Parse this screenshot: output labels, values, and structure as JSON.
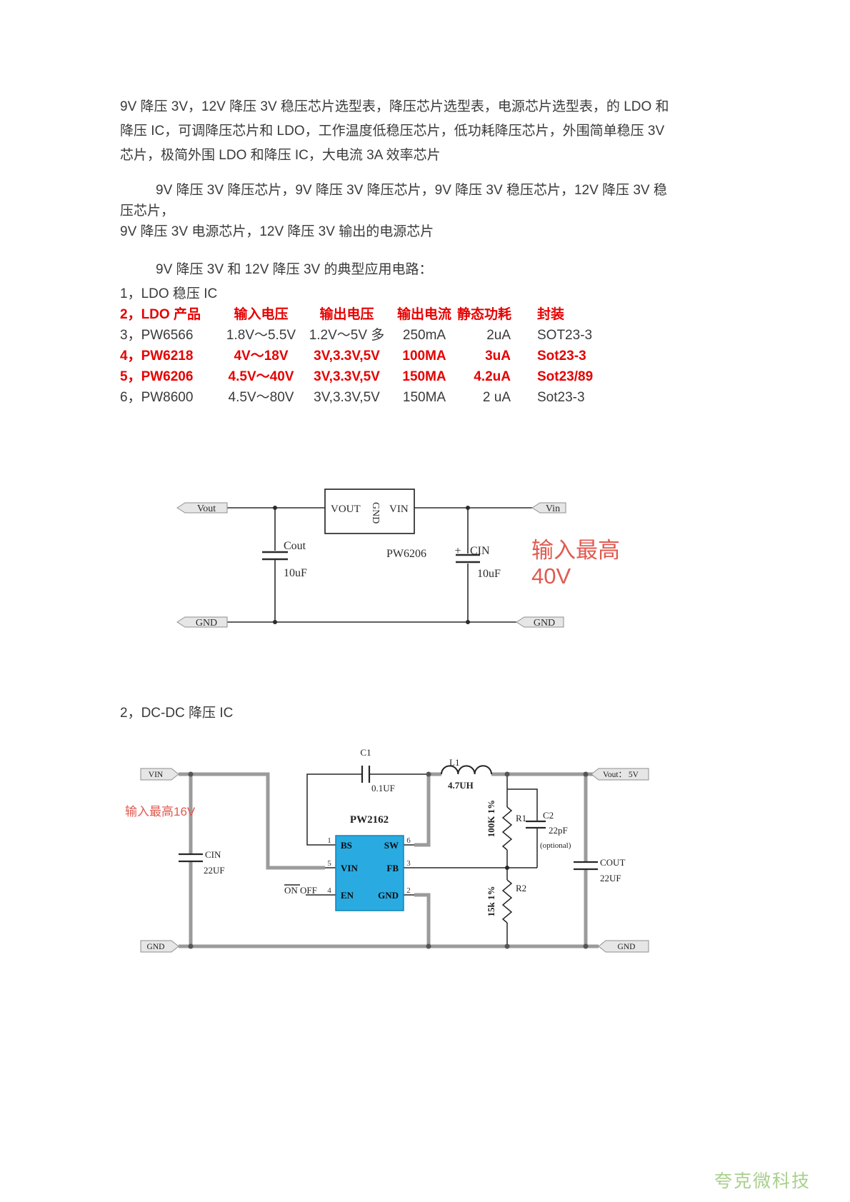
{
  "paragraphs": {
    "p1": [
      "9V 降压 3V，12V 降压 3V 稳压芯片选型表，降压芯片选型表，电源芯片选型表，的 LDO 和",
      "降压 IC，可调降压芯片和 LDO，工作温度低稳压芯片，低功耗降压芯片，外围简单稳压 3V",
      "芯片，极简外围 LDO 和降压 IC，大电流 3A 效率芯片"
    ],
    "p2": [
      "9V 降压 3V 降压芯片，9V 降压 3V 降压芯片，9V 降压 3V 稳压芯片，12V 降压 3V 稳",
      "压芯片，",
      "9V 降压 3V 电源芯片，12V 降压 3V 输出的电源芯片"
    ],
    "p3": "9V 降压 3V 和 12V 降压 3V 的典型应用电路："
  },
  "ldo_list": {
    "item1": "1，LDO 稳压 IC",
    "header": {
      "product": "2，LDO 产品",
      "vin": "输入电压",
      "vout": "输出电压",
      "iout": "输出电流",
      "iq": "静态功耗",
      "pkg": "封装"
    },
    "rows": [
      {
        "product": "3，PW6566",
        "vin": "1.8V～5.5V",
        "vout": "1.2V～5V 多",
        "iout": "250mA",
        "iq": "2uA",
        "pkg": "SOT23-3"
      },
      {
        "product": "4，PW6218",
        "vin": "4V～18V",
        "vout": "3V,3.3V,5V",
        "iout": "100MA",
        "iq": "3uA",
        "pkg": "Sot23-3"
      },
      {
        "product": "5，PW6206",
        "vin": "4.5V～40V",
        "vout": "3V,3.3V,5V",
        "iout": "150MA",
        "iq": "4.2uA",
        "pkg": "Sot23/89"
      },
      {
        "product": "6，PW8600",
        "vin": "4.5V～80V",
        "vout": "3V,3.3V,5V",
        "iout": "150MA",
        "iq": "2 uA",
        "pkg": "Sot23-3"
      }
    ]
  },
  "section2": {
    "title": "2，DC-DC 降压 IC"
  },
  "circuit1": {
    "tags": {
      "vout": "Vout",
      "vin": "Vin",
      "gnd_left": "GND",
      "gnd_right": "GND"
    },
    "ic": {
      "name": "PW6206",
      "pin_vout": "VOUT",
      "pin_gnd": "GND",
      "pin_vin": "VIN"
    },
    "components": {
      "cout_ref": "Cout",
      "cout_val": "10uF",
      "cin_plus": "+",
      "cin_ref": "CIN",
      "cin_val": "10uF"
    },
    "note_line1": "输入最高",
    "note_line2": "40V"
  },
  "circuit2": {
    "note": "输入最高16V",
    "tags": {
      "vin": "VIN",
      "vout": "Vout： 5V",
      "gnd_left": "GND",
      "gnd_right": "GND"
    },
    "chip": {
      "name": "PW2162",
      "pin_bs": "BS",
      "pin_sw": "SW",
      "pin_vin": "VIN",
      "pin_fb": "FB",
      "pin_en": "EN",
      "pin_gnd": "GND",
      "num_bs": "1",
      "num_sw": "6",
      "num_vin": "5",
      "num_fb": "3",
      "num_en": "4",
      "num_gnd": "2"
    },
    "components": {
      "c1_ref": "C1",
      "c1_val": "0.1UF",
      "l1_ref": "L1",
      "l1_val": "4.7UH",
      "cin_ref": "CIN",
      "cin_val": "22UF",
      "cout_ref": "COUT",
      "cout_val": "22UF",
      "r1_ref": "R1",
      "r1_val": "100K 1%",
      "r2_ref": "R2",
      "r2_val": "15k 1%",
      "c2_ref": "C2",
      "c2_val": "22pF",
      "c2_note": "(optional)"
    },
    "switch_label": "ON OFF"
  },
  "watermark": {
    "text": "夸克微科技",
    "color": "#a8d08d"
  },
  "colors": {
    "highlight_red": "#e60000",
    "annotation_red": "#e05a50",
    "chip_blue": "#29abe2",
    "wire_gray": "#9b9b9b"
  }
}
